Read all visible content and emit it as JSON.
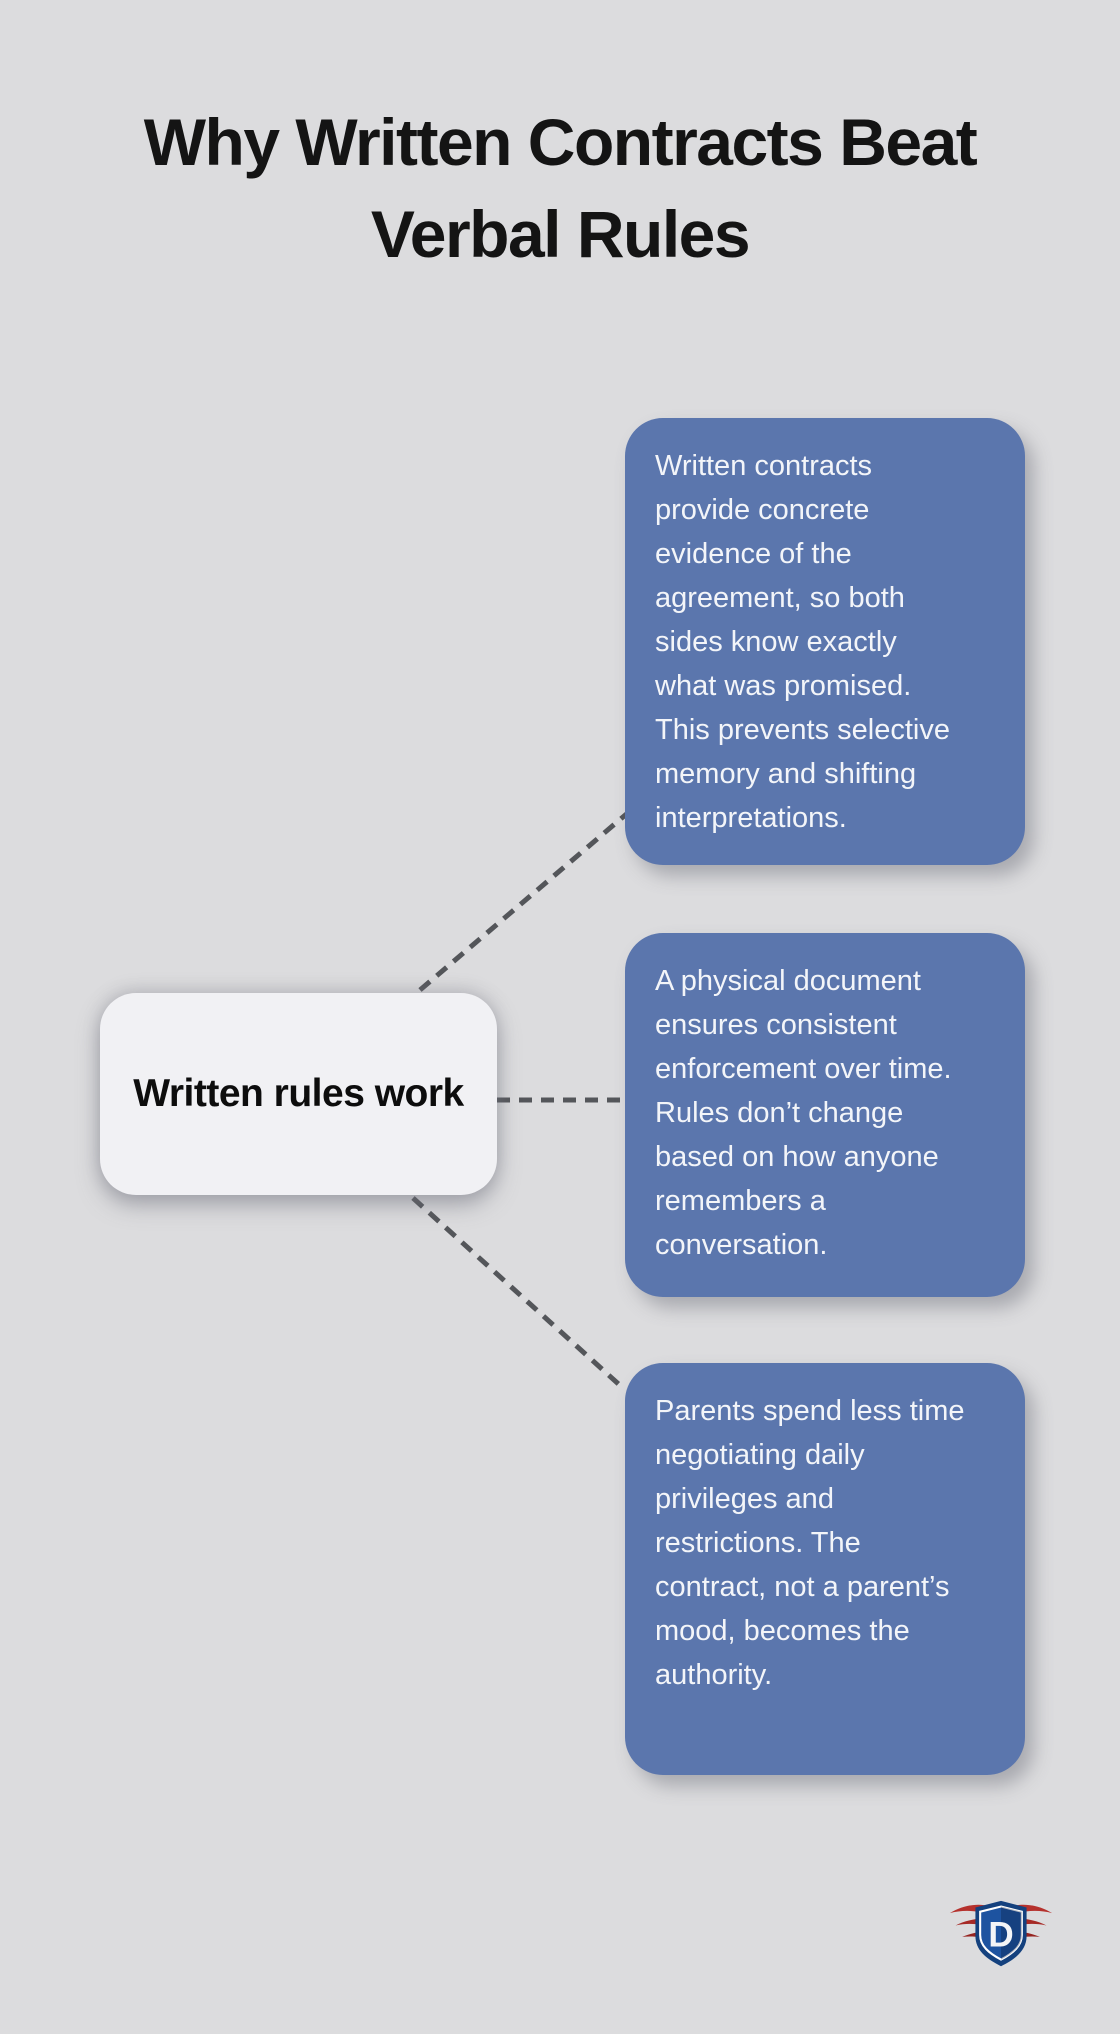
{
  "title": {
    "line1": "Why Written Contracts Beat",
    "line2": "Verbal Rules"
  },
  "center_node": {
    "label": "Written rules work"
  },
  "branches": [
    {
      "text": "Written contracts provide concrete evidence of the agreement, so both sides know exactly what was promised. This prevents selective memory and shifting interpretations."
    },
    {
      "text": "A physical document ensures consistent enforcement over time. Rules don’t change based on how anyone remembers a conversation."
    },
    {
      "text": "Parents spend less time negotiating daily privileges and restrictions. The contract, not a parent’s mood, becomes the authority."
    }
  ],
  "logo": {
    "letter": "D"
  },
  "colors": {
    "background": "#dcdcde",
    "branch_box": "#5b76ad",
    "center_node": "#f1f1f4",
    "connector": "#54565a",
    "title_text": "#141414",
    "branch_text": "#f3f5f9",
    "logo_shield": "#14417e",
    "logo_shield_inner": "#1d53a0",
    "logo_wing": "#b5312d"
  }
}
